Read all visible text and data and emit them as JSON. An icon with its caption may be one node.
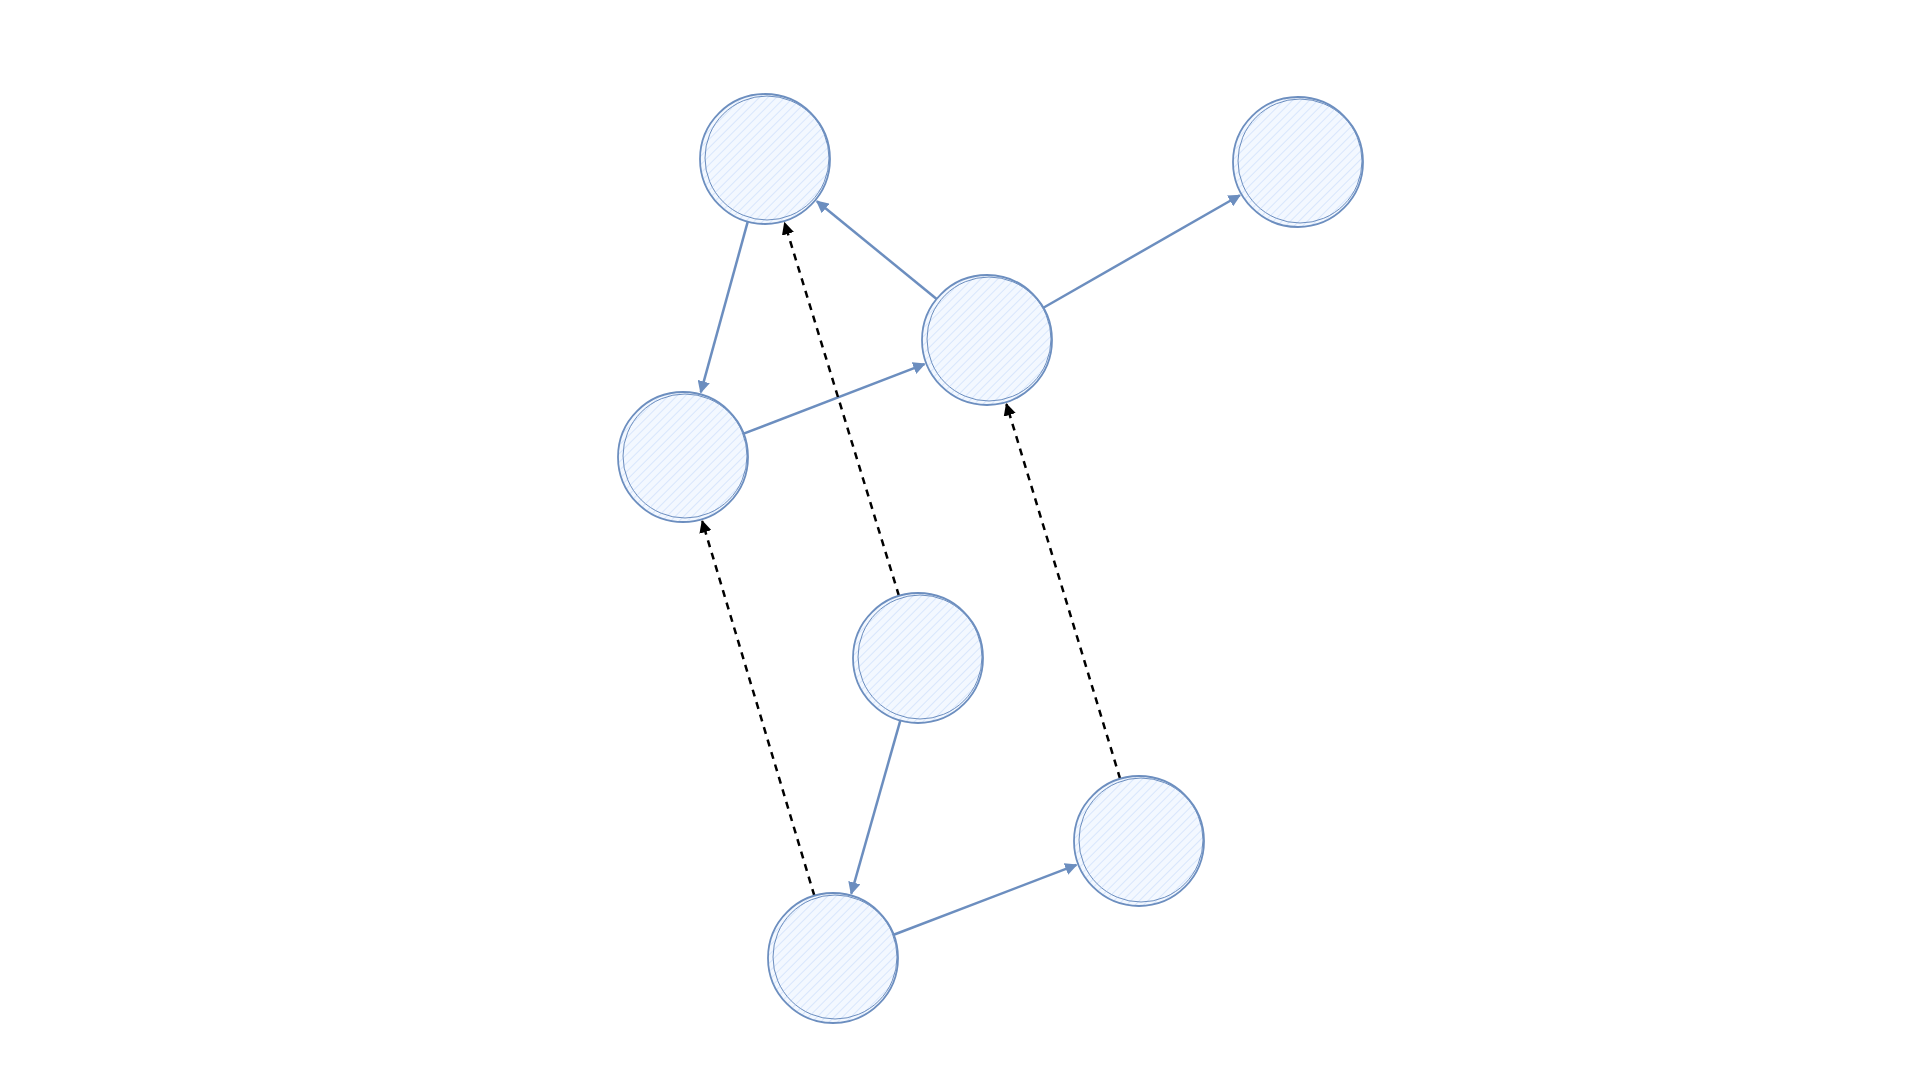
{
  "diagram": {
    "nodes": [
      {
        "text": [],
        "shape": "circle"
      },
      {
        "text": [],
        "shape": "circle"
      },
      {
        "text": [],
        "shape": "circle"
      },
      {
        "text": [],
        "shape": "circle"
      },
      {
        "text": [],
        "shape": "circle"
      },
      {
        "text": [],
        "shape": "circle"
      },
      {
        "text": [],
        "shape": "circle"
      }
    ],
    "edges": [
      {
        "from": 0,
        "to": 3,
        "arrow": "to"
      },
      {
        "from": 3,
        "to": 2,
        "arrow": "to"
      },
      {
        "from": 2,
        "to": 0,
        "arrow": "to"
      },
      {
        "from": 2,
        "to": 1,
        "arrow": "to"
      },
      {
        "from": 4,
        "to": 6,
        "arrow": "to"
      },
      {
        "from": 6,
        "to": 5,
        "arrow": "to"
      },
      {
        "from": 4,
        "to": 0,
        "arrow": "to",
        "style": "dashed",
        "color": "#000000"
      },
      {
        "from": 6,
        "to": 3,
        "arrow": "to",
        "style": "dashed",
        "color": "#000000"
      },
      {
        "from": 5,
        "to": 2,
        "arrow": "to",
        "style": "dashed",
        "color": "#000000"
      }
    ]
  }
}
